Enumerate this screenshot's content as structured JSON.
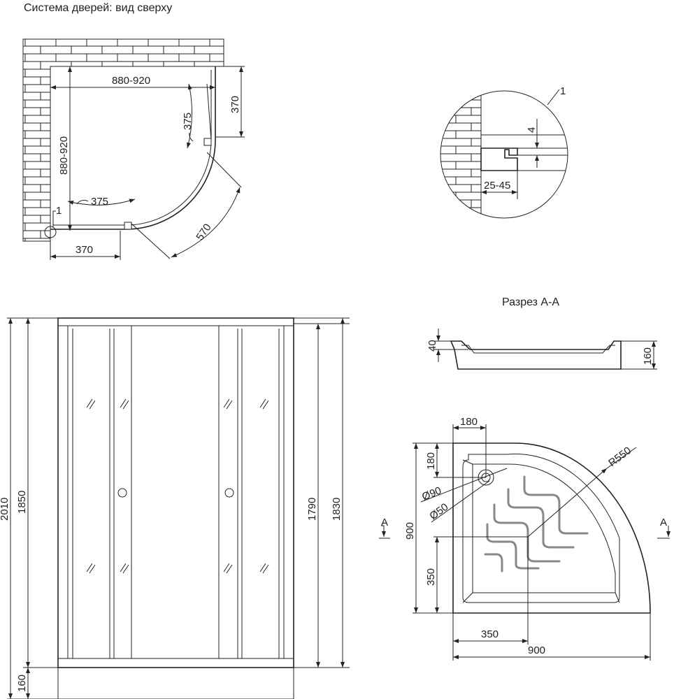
{
  "top_view": {
    "title": "Система дверей: вид сверху",
    "width_range": "880-920",
    "depth_range": "880-920",
    "door_arc_top": "375",
    "door_arc_bottom": "375",
    "fixed_right": "370",
    "fixed_bottom": "370",
    "arc_length": "570",
    "detail_ref": "1"
  },
  "detail": {
    "ref": "1",
    "gap": "4",
    "adjust_range": "25-45"
  },
  "section": {
    "title": "Разрез А-А",
    "depth": "40",
    "height": "160"
  },
  "front_view": {
    "total_height": "2010",
    "enclosure_height": "1850",
    "base_height": "160",
    "door_height": "1790",
    "frame_height": "1830"
  },
  "tray": {
    "drain_x": "180",
    "drain_y": "180",
    "radius": "R550",
    "drain_outer": "Ø90",
    "drain_inner": "Ø50",
    "side_length": "900",
    "center_y": "350",
    "center_x": "350",
    "width": "900",
    "section_mark_left": "A",
    "section_mark_right": "A"
  }
}
